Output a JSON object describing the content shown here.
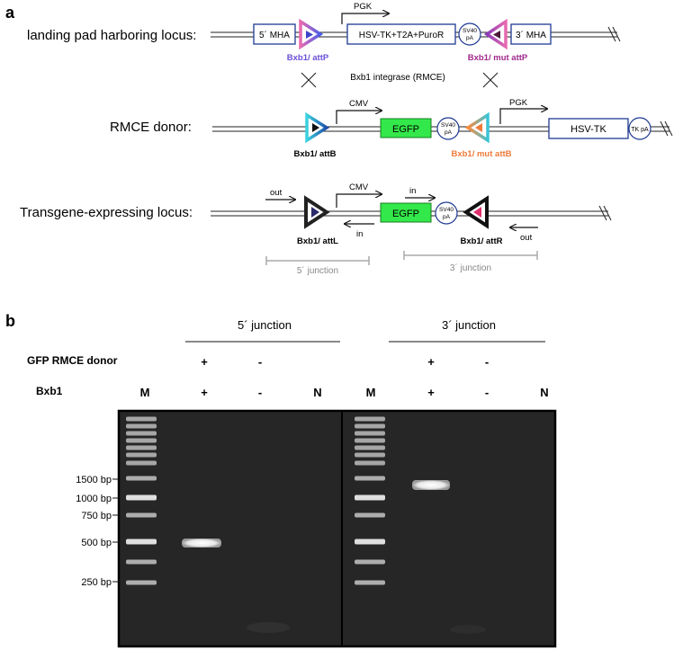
{
  "panel_a": {
    "label": "a",
    "rows": {
      "landing": {
        "title": "landing pad harboring locus:",
        "mha5": "5´ MHA",
        "mha3": "3´ MHA",
        "pgk": "PGK",
        "cassette": "HSV-TK+T2A+PuroR",
        "sv40_top": "SV40",
        "sv40_bottom": "pA",
        "attp_label": "Bxb1/ attP",
        "mutattp_label": "Bxb1/ mut attP"
      },
      "integrase_label": "Bxb1 integrase (RMCE)",
      "donor": {
        "title": "RMCE donor:",
        "cmv": "CMV",
        "egfp": "EGFP",
        "sv40_top": "SV40",
        "sv40_bottom": "pA",
        "pgk": "PGK",
        "hsvtk": "HSV-TK",
        "tkpa": "TK pA",
        "attb_label": "Bxb1/ attB",
        "mutattb_label": "Bxb1/ mut attB"
      },
      "transgene": {
        "title": "Transgene-expressing locus:",
        "out_left": "out",
        "in_left": "in",
        "cmv": "CMV",
        "in_right": "in",
        "out_right": "out",
        "egfp": "EGFP",
        "sv40_top": "SV40",
        "sv40_bottom": "pA",
        "attl_label": "Bxb1/ attL",
        "attr_label": "Bxb1/ attR",
        "junction5": "5´ junction",
        "junction3": "3´ junction"
      }
    }
  },
  "panel_b": {
    "label": "b",
    "header5": "5´ junction",
    "header3": "3´ junction",
    "row_donor_label": "GFP RMCE donor",
    "row_bxb1_label": "Bxb1",
    "lanes": [
      {
        "id": "M1",
        "label": "M",
        "donor": "",
        "bxb1": ""
      },
      {
        "id": "L1",
        "label": "",
        "donor": "+",
        "bxb1": "+"
      },
      {
        "id": "L2",
        "label": "",
        "donor": "-",
        "bxb1": "-"
      },
      {
        "id": "L3",
        "label": "N",
        "donor": "",
        "bxb1": ""
      },
      {
        "id": "M2",
        "label": "M",
        "donor": "",
        "bxb1": ""
      },
      {
        "id": "L4",
        "label": "",
        "donor": "+",
        "bxb1": "+"
      },
      {
        "id": "L5",
        "label": "",
        "donor": "-",
        "bxb1": "-"
      },
      {
        "id": "L6",
        "label": "N",
        "donor": "",
        "bxb1": ""
      }
    ],
    "size_markers": [
      {
        "label": "1500 bp"
      },
      {
        "label": "1000 bp"
      },
      {
        "label": "750 bp"
      },
      {
        "label": "500 bp"
      },
      {
        "label": "250 bp"
      }
    ],
    "colors": {
      "gel_bg": "#262626",
      "band": "#f2f2f2",
      "attp": "#6a4fd8",
      "mutattp": "#a0288c",
      "mutattb": "#ee7a3a",
      "egfp": "#33e84a",
      "box_stroke": "#1f3a93"
    }
  }
}
